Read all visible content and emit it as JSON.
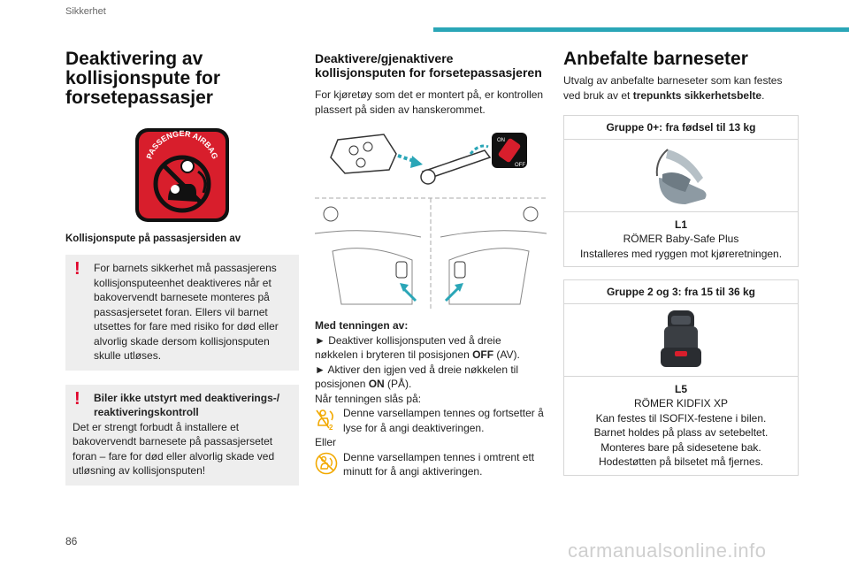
{
  "header": {
    "section": "Sikkerhet"
  },
  "page_number": "86",
  "watermark": "carmanualsonline.info",
  "col1": {
    "title": "Deaktivering av kollisjonspute for forsetepassasjer",
    "airbag_label": "PASSENGER AIRBAG",
    "caption": "Kollisjonspute på passasjersiden av",
    "warning1": "For barnets sikkerhet må passasjerens kollisjonsputeenhet deaktiveres når et bakovervendt barnesete monteres på passasjersetet foran. Ellers vil barnet utsettes for fare med risiko for død eller alvorlig skade dersom kollisjonsputen skulle utløses.",
    "warning2_title": "Biler ikke utstyrt med deaktiverings-/ reaktiveringskontroll",
    "warning2_text": "Det er strengt forbudt å installere et bakovervendt barnesete på passasjersetet foran – fare for død eller alvorlig skade ved utløsning av kollisjonsputen!"
  },
  "col2": {
    "title": "Deaktivere/gjenaktivere kollisjonsputen for forsetepassasjeren",
    "intro": "For kjøretøy som det er montert på, er kontrollen plassert på siden av hanskerommet.",
    "ignition_label": "Med tenningen av:",
    "step1_pre": "► Deaktiver kollisjonsputen ved å dreie nøkkelen i bryteren til posisjonen ",
    "step1_bold": "OFF",
    "step1_post": " (AV).",
    "step2_pre": "► Aktiver den igjen ved å dreie nøkkelen til posisjonen ",
    "step2_bold": "ON",
    "step2_post": " (PÅ).",
    "ignition_on": "Når tenningen slås på:",
    "lamp1_text": "Denne varsellampen tennes og fortsetter å lyse for å angi deaktiveringen.",
    "or": "Eller",
    "lamp2_text": "Denne varsellampen tennes i omtrent ett minutt for å angi aktiveringen."
  },
  "col3": {
    "title": "Anbefalte barneseter",
    "intro_pre": "Utvalg av anbefalte barneseter som kan festes ved bruk av et ",
    "intro_bold": "trepunkts sikkerhetsbelte",
    "intro_post": ".",
    "seats": [
      {
        "group": "Gruppe 0+: fra fødsel til 13 kg",
        "code": "L1",
        "lines": [
          "RÖMER Baby-Safe Plus",
          "Installeres med ryggen mot kjøreretningen."
        ]
      },
      {
        "group": "Gruppe 2 og 3: fra 15 til 36 kg",
        "code": "L5",
        "lines": [
          "RÖMER KIDFIX XP",
          "Kan festes til ISOFIX-festene i bilen.",
          "Barnet holdes på plass av setebeltet.",
          "Monteres bare på sidesetene bak.",
          "Hodestøtten på bilsetet må fjernes."
        ]
      }
    ]
  },
  "colors": {
    "accent": "#2aa6b7",
    "warning": "#e0002a",
    "lamp": "#f2a900"
  }
}
